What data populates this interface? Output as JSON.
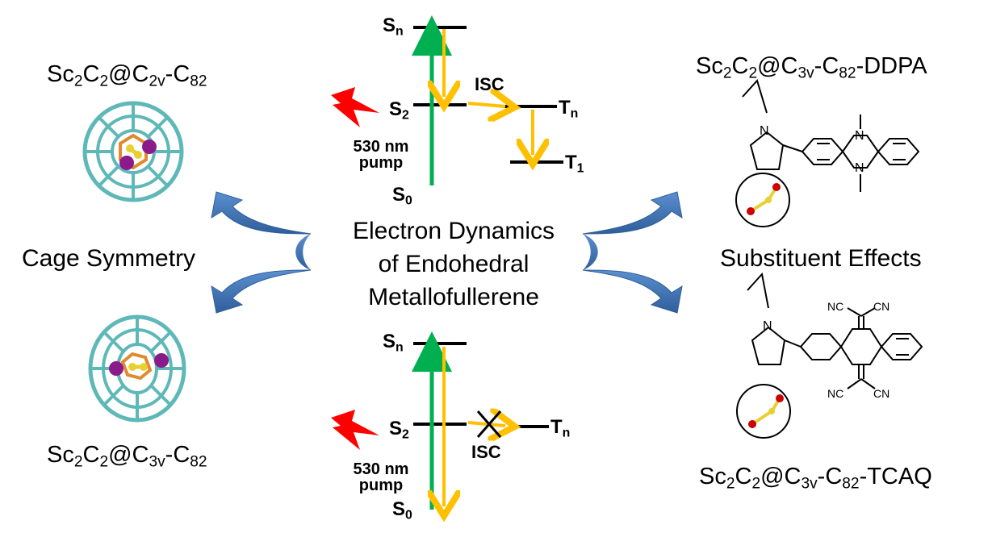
{
  "center": {
    "title_line1": "Electron Dynamics",
    "title_line2": "of Endohedral",
    "title_line3": "Metallofullerene"
  },
  "left": {
    "top_title": {
      "a": "Sc",
      "s1": "2",
      "b": "C",
      "s2": "2",
      "c": "@C",
      "s3": "2v",
      "d": "-C",
      "s4": "82"
    },
    "bottom_title": {
      "a": "Sc",
      "s1": "2",
      "b": "C",
      "s2": "2",
      "c": "@C",
      "s3": "3v",
      "d": "-C",
      "s4": "82"
    },
    "label": "Cage Symmetry"
  },
  "right": {
    "top_title": {
      "a": "Sc",
      "s1": "2",
      "b": "C",
      "s2": "2",
      "c": "@C",
      "s3": "3v",
      "d": "-C",
      "s4": "82",
      "e": "-DDPA"
    },
    "bottom_title": {
      "a": "Sc",
      "s1": "2",
      "b": "C",
      "s2": "2",
      "c": "@C",
      "s3": "3v",
      "d": "-C",
      "s4": "82",
      "e": "-TCAQ"
    },
    "label": "Substituent Effects",
    "atom_n": "N",
    "atom_nc": "NC",
    "atom_cn": "CN"
  },
  "top_diagram": {
    "sn": {
      "base": "S",
      "sub": "n"
    },
    "s2": {
      "base": "S",
      "sub": "2"
    },
    "s0": {
      "base": "S",
      "sub": "0"
    },
    "tn": {
      "base": "T",
      "sub": "n"
    },
    "t1": {
      "base": "T",
      "sub": "1"
    },
    "isc": "ISC",
    "pump_line1": "530 nm",
    "pump_line2": "pump"
  },
  "bottom_diagram": {
    "sn": {
      "base": "S",
      "sub": "n"
    },
    "s2": {
      "base": "S",
      "sub": "2"
    },
    "s0": {
      "base": "S",
      "sub": "0"
    },
    "tn": {
      "base": "T",
      "sub": "n"
    },
    "isc": "ISC",
    "pump_line1": "530 nm",
    "pump_line2": "pump"
  },
  "colors": {
    "pump_arrow": "#00b050",
    "relax_arrow": "#ffc000",
    "level": "#000000",
    "curved_arrow": "#4f81bd",
    "lightning": "#ff0000",
    "cage": "#5fb8b8",
    "sc_atom": "#8b1a8b",
    "c2_atom": "#e8d030",
    "orange_ring": "#e08a30",
    "oxygen_like": "#cc0000"
  },
  "icons": {
    "left_top_molecule": "fullerene-cage-icon",
    "left_bottom_molecule": "fullerene-cage-icon",
    "right_top_molecule": "pyrrolidine-ddpa-structure-icon",
    "right_bottom_molecule": "pyrrolidine-tcaq-structure-icon",
    "pump": "lightning-bolt-icon"
  }
}
